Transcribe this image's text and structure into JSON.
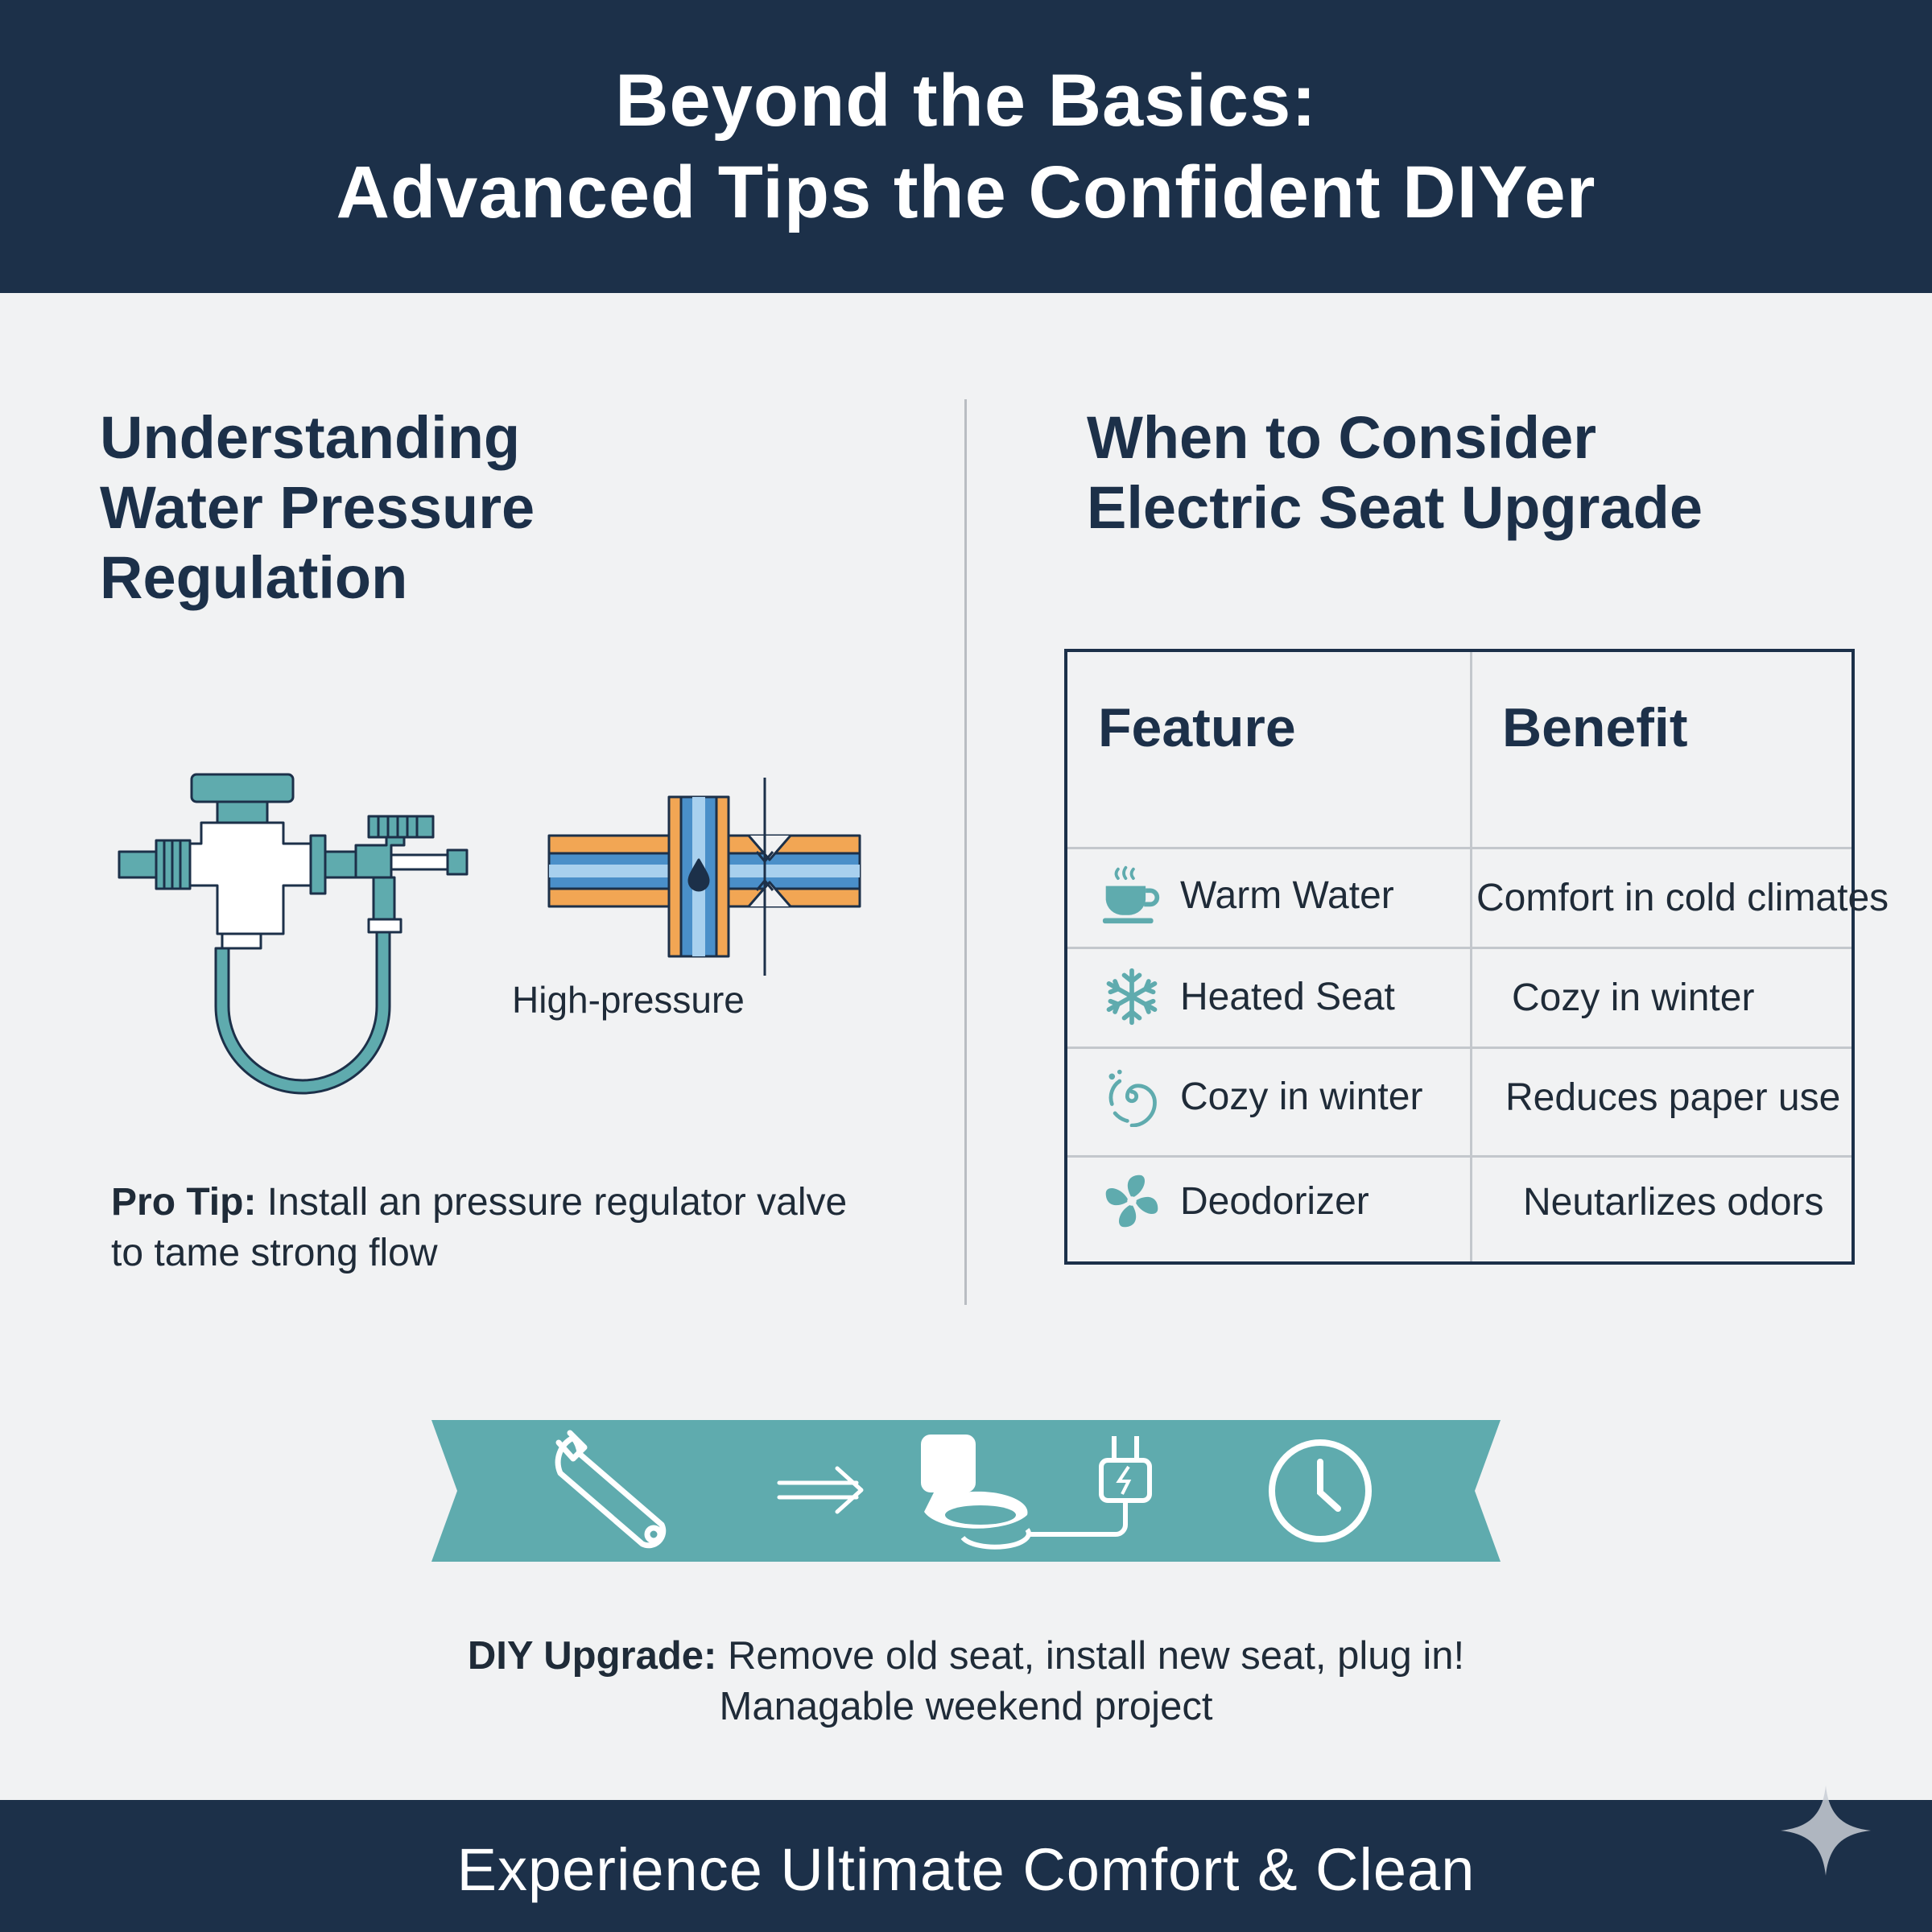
{
  "header": {
    "title_line1": "Beyond the Basics:",
    "title_line2": "Advanced Tips the Confident DIYer"
  },
  "left_section": {
    "title_lines": [
      "Understanding",
      "Water Pressure",
      "Regulation"
    ],
    "diagram_label": "High-pressure",
    "pro_tip_label": "Pro Tip:",
    "pro_tip_text": "Install an pressure regulator valve to tame strong flow"
  },
  "right_section": {
    "title_lines": [
      "When to Consider",
      "Electric Seat Upgrade"
    ],
    "table": {
      "headers": [
        "Feature",
        "Benefit"
      ],
      "rows": [
        {
          "icon": "warm-water-cup-icon",
          "feature": "Warm Water",
          "benefit": "Comfort in cold climates"
        },
        {
          "icon": "snowflake-icon",
          "feature": "Heated Seat",
          "benefit": "Cozy in winter"
        },
        {
          "icon": "swirl-icon",
          "feature": "Cozy in winter",
          "benefit": "Reduces paper use"
        },
        {
          "icon": "fan-icon",
          "feature": "Deodorizer",
          "benefit": "Neutarlizes odors"
        }
      ]
    }
  },
  "ribbon": {
    "icons": [
      "wrench-icon",
      "arrow-right-icon",
      "toilet-seat-plug-icon",
      "clock-icon"
    ]
  },
  "diy": {
    "label": "DIY Upgrade:",
    "text": "Remove old seat, install new seat, plug in!",
    "subtext": "Managable weekend project"
  },
  "footer": {
    "text": "Experience Ultimate Comfort & Clean"
  },
  "colors": {
    "navy": "#1c3049",
    "teal": "#5fabae",
    "orange": "#f2a654",
    "blue": "#4a8fc9",
    "background": "#f1f2f3"
  }
}
